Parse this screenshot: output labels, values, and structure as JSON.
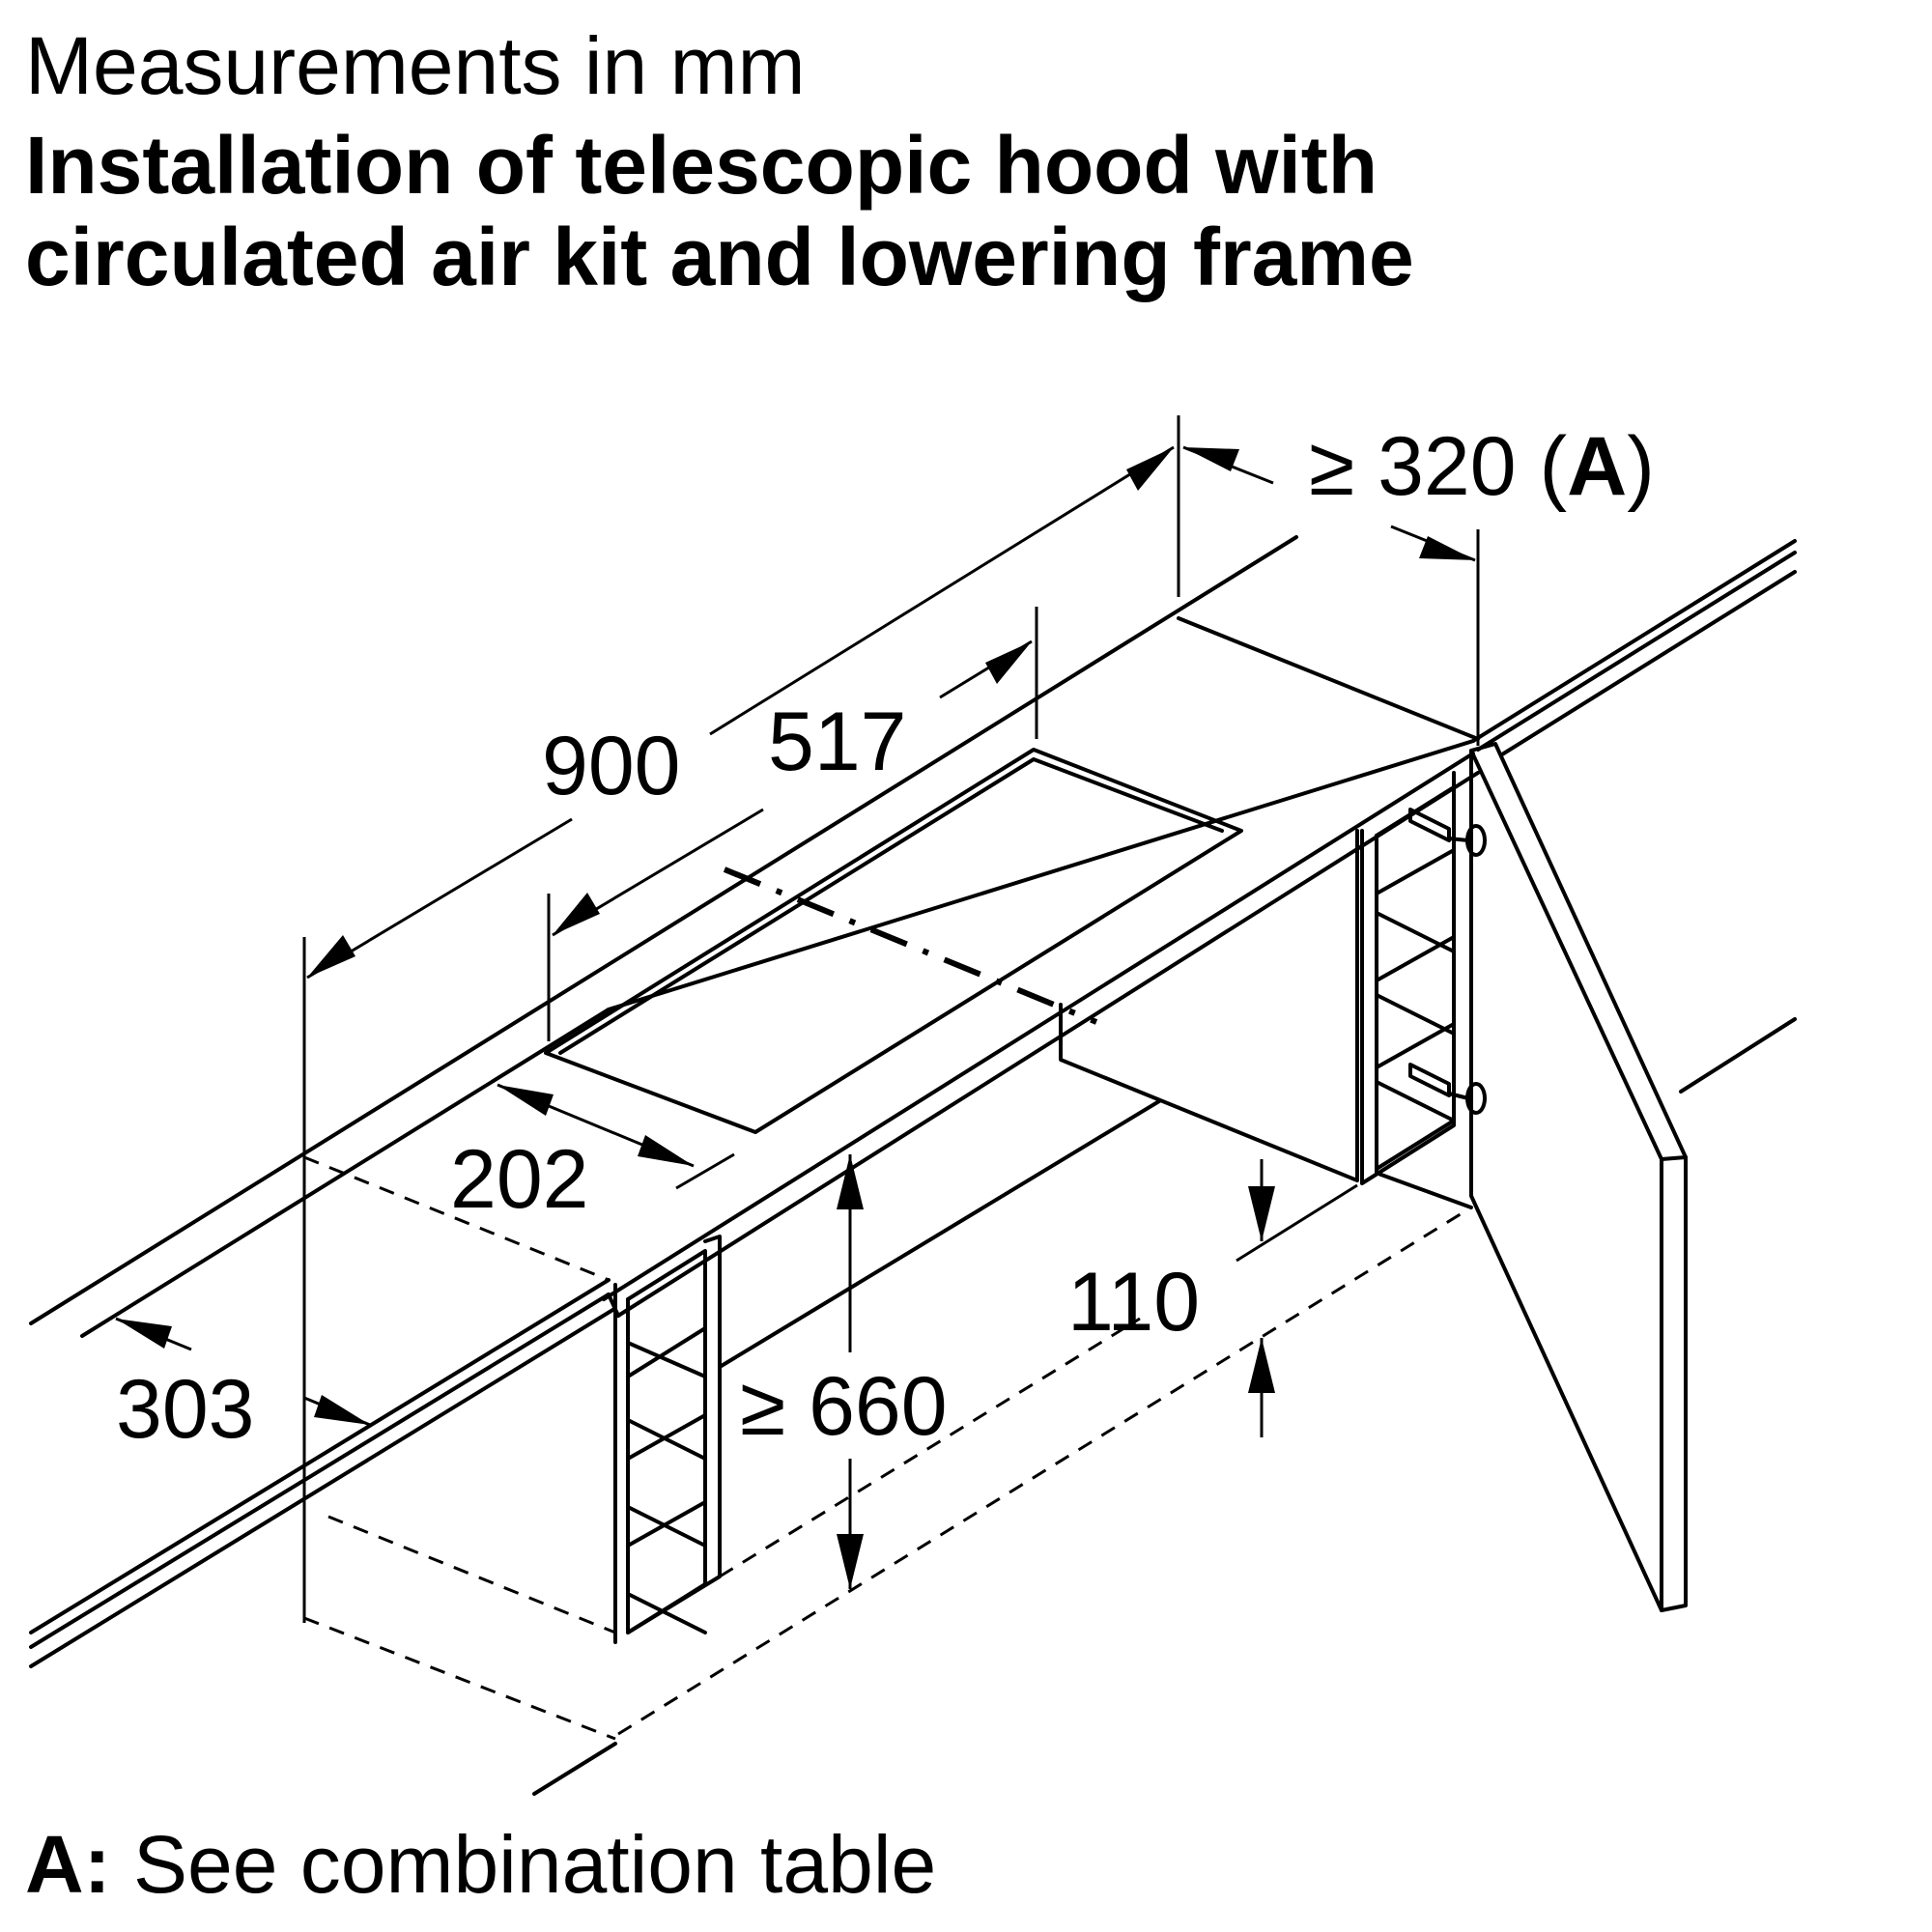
{
  "header": {
    "units_line": "Measurements in mm",
    "title_line1": "Installation of telescopic hood with",
    "title_line2": "circulated air kit and lowering frame"
  },
  "dimensions": {
    "d900": "900",
    "d517": "517",
    "d202": "202",
    "d303": "303",
    "d660": "≥ 660",
    "d110": "110",
    "d320_prefix": "≥ 320 (",
    "d320_ref": "A",
    "d320_suffix": ")"
  },
  "footnote": {
    "key": "A:",
    "text": " See combination table"
  }
}
